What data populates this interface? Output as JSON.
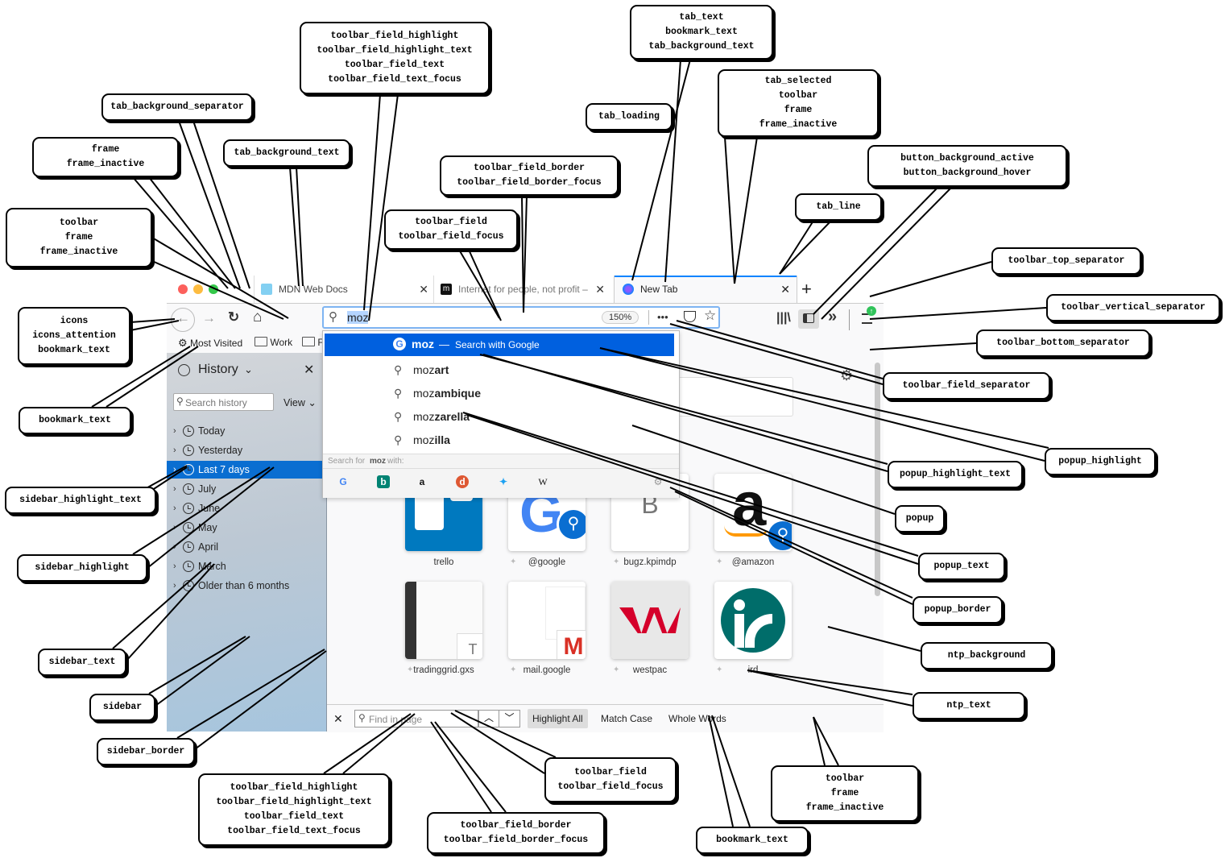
{
  "browser": {
    "tabs": [
      {
        "label": "MDN Web Docs",
        "close": "✕"
      },
      {
        "label": "Internet for people, not profit –",
        "close": "✕"
      },
      {
        "label": "New Tab",
        "close": "✕"
      }
    ],
    "new_tab": "+",
    "nav": {
      "back": "←",
      "forward": "→",
      "reload": "↻",
      "home": "⌂"
    },
    "urlbar": {
      "value": "moz",
      "zoom": "150%",
      "more": "•••"
    },
    "bookmarks": [
      {
        "label": "Most Visited",
        "icon": "gear-icon"
      },
      {
        "label": "Work",
        "icon": "folder-icon"
      },
      {
        "label": "F",
        "icon": "folder-icon"
      }
    ],
    "sidebar": {
      "title": "History",
      "close": "✕",
      "search_placeholder": "Search history",
      "view_label": "View",
      "items": [
        "Today",
        "Yesterday",
        "Last 7 days",
        "July",
        "June",
        "May",
        "April",
        "March",
        "Older than 6 months"
      ],
      "selected_index": 2
    },
    "popup": {
      "first_bold": "moz",
      "first_sep": "—",
      "first_rest": "Search with Google",
      "suggestions": [
        {
          "base": "moz",
          "rest": "art"
        },
        {
          "base": "moz",
          "rest": "ambique"
        },
        {
          "base": "moz",
          "rest": "zarella"
        },
        {
          "base": "moz",
          "rest": "illa"
        }
      ],
      "search_for_prefix": "Search for",
      "search_for_term": "moz",
      "search_for_suffix": "with:",
      "engines": [
        "google",
        "bing",
        "amazon",
        "duckduckgo",
        "twitter",
        "wikipedia"
      ]
    },
    "tiles": [
      {
        "label": "trello"
      },
      {
        "label": "@google"
      },
      {
        "label": "bugz.kpimdp",
        "letter": "B"
      },
      {
        "label": "@amazon"
      },
      {
        "label": "tradinggrid.gxs",
        "letter": "T"
      },
      {
        "label": "mail.google"
      },
      {
        "label": "westpac"
      },
      {
        "label": "ird"
      }
    ],
    "findbar": {
      "close": "✕",
      "placeholder": "Find in page",
      "highlight_all": "Highlight All",
      "match_case": "Match Case",
      "whole_words": "Whole Words"
    }
  },
  "callouts": [
    [
      "tab_text",
      "bookmark_text",
      "tab_background_text"
    ],
    [
      "toolbar_field_highlight",
      "toolbar_field_highlight_text",
      "toolbar_field_text",
      "toolbar_field_text_focus"
    ],
    [
      "tab_selected",
      "toolbar",
      "frame",
      "frame_inactive"
    ],
    [
      "tab_background_separator"
    ],
    [
      "tab_loading"
    ],
    [
      "frame",
      "frame_inactive"
    ],
    [
      "tab_background_text"
    ],
    [
      "button_background_active",
      "button_background_hover"
    ],
    [
      "toolbar_field_border",
      "toolbar_field_border_focus"
    ],
    [
      "tab_line"
    ],
    [
      "toolbar",
      "frame",
      "frame_inactive"
    ],
    [
      "toolbar_field",
      "toolbar_field_focus"
    ],
    [
      "toolbar_top_separator"
    ],
    [
      "toolbar_vertical_separator"
    ],
    [
      "icons",
      "icons_attention",
      "bookmark_text"
    ],
    [
      "toolbar_bottom_separator"
    ],
    [
      "toolbar_field_separator"
    ],
    [
      "bookmark_text"
    ],
    [
      "popup_highlight"
    ],
    [
      "popup_highlight_text"
    ],
    [
      "sidebar_highlight_text"
    ],
    [
      "popup"
    ],
    [
      "sidebar_highlight"
    ],
    [
      "popup_text"
    ],
    [
      "popup_border"
    ],
    [
      "ntp_background"
    ],
    [
      "sidebar_text"
    ],
    [
      "ntp_text"
    ],
    [
      "sidebar"
    ],
    [
      "sidebar_border"
    ],
    [
      "toolbar_field",
      "toolbar_field_focus"
    ],
    [
      "toolbar",
      "frame",
      "frame_inactive"
    ],
    [
      "toolbar_field_highlight",
      "toolbar_field_highlight_text",
      "toolbar_field_text",
      "toolbar_field_text_focus"
    ],
    [
      "toolbar_field_border",
      "toolbar_field_border_focus"
    ],
    [
      "bookmark_text"
    ]
  ],
  "colors": {
    "accent": "#0a84ff",
    "popup_highlight": "#0060df",
    "sidebar_highlight": "#0a6ed1",
    "sidebar_top": "#cfd3d8",
    "sidebar_bottom": "#a9c6dd",
    "ntp_background": "#f9f9fa",
    "chrome": "#f0f0f4"
  }
}
